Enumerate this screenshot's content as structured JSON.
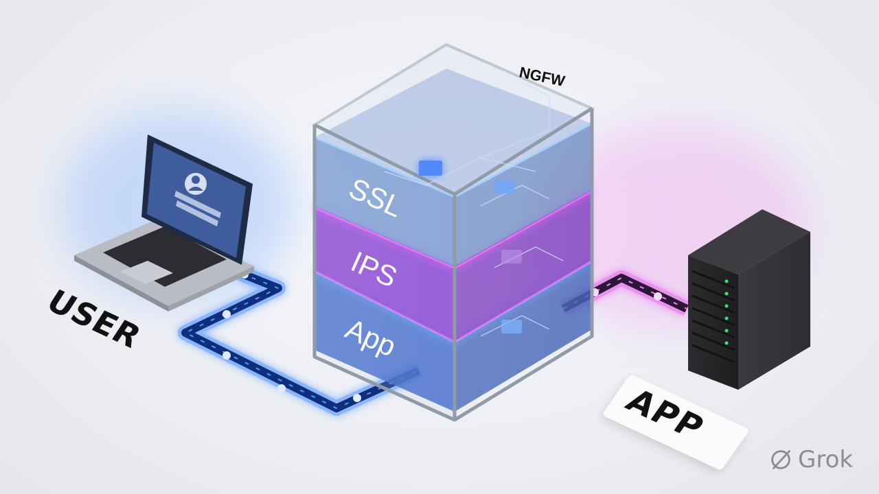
{
  "labels": {
    "firewall": "NGFW",
    "layer_ssl": "SSL",
    "layer_ips": "IPS",
    "layer_app": "App",
    "user": "USER",
    "app": "APP"
  },
  "watermark": {
    "text": "Grok",
    "icon": "grok-logo-icon"
  },
  "colors": {
    "blue_flow": "#2f7bff",
    "magenta_flow": "#e040e8",
    "ssl_layer": "#5f86c8",
    "ips_layer": "#8a3bd1",
    "app_layer": "#3a63c9",
    "server_body": "#2b2b2e",
    "server_led": "#3fe07a"
  },
  "icons": [
    "laptop-icon",
    "user-avatar-icon",
    "server-tower-icon",
    "lock-icon",
    "packet-icon"
  ]
}
